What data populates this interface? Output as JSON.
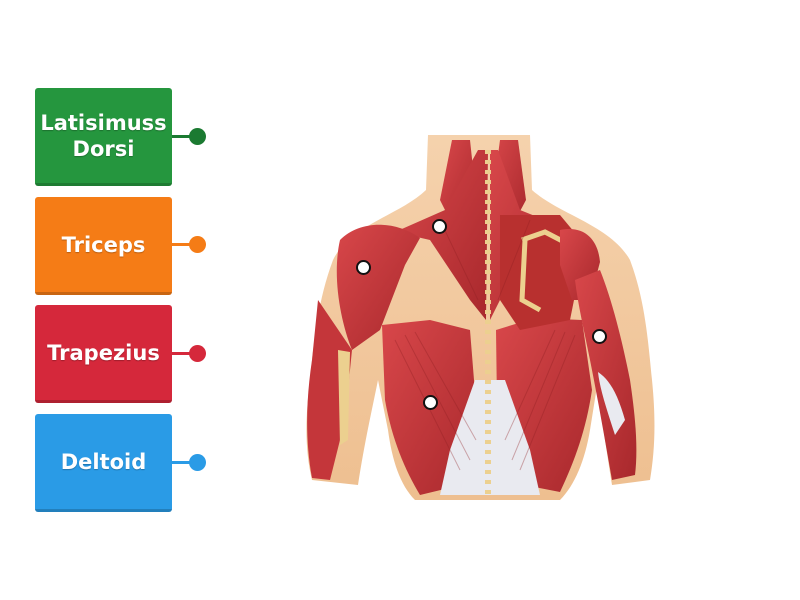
{
  "labels": [
    {
      "text": "Latisimuss Dorsi",
      "color": "#25963e",
      "knob": "#1b7a31"
    },
    {
      "text": "Triceps",
      "color": "#f57c16",
      "knob": "#f57c16"
    },
    {
      "text": "Trapezius",
      "color": "#d5283b",
      "knob": "#d5283b"
    },
    {
      "text": "Deltoid",
      "color": "#2a9be6",
      "knob": "#2a9be6"
    }
  ],
  "colors": {
    "muscle": "#c7383a",
    "muscle_dark": "#9e2427",
    "skin": "#f2c49a",
    "tendon": "#e9eaf0",
    "bone": "#ecd08f"
  }
}
